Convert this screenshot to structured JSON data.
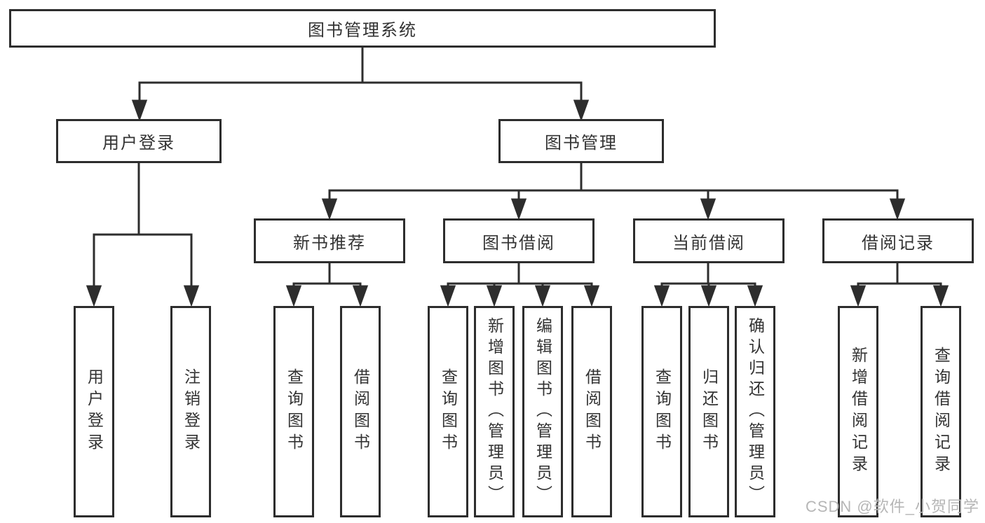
{
  "diagram": {
    "title": "图书管理系统",
    "colors": {
      "background": "#ffffff",
      "line": "#2d2d2d",
      "text": "#333333",
      "watermark": "#b6b6b6"
    },
    "watermark": "CSDN @软件_小贺同学",
    "nodes": {
      "root": {
        "label": "图书管理系统"
      },
      "level2": [
        {
          "label": "用户登录"
        },
        {
          "label": "图书管理"
        }
      ],
      "level3": [
        {
          "label": "新书推荐"
        },
        {
          "label": "图书借阅"
        },
        {
          "label": "当前借阅"
        },
        {
          "label": "借阅记录"
        }
      ],
      "leaves": {
        "user_login": [
          {
            "label": "用户登录"
          },
          {
            "label": "注销登录"
          }
        ],
        "new_book": [
          {
            "label": "查询图书"
          },
          {
            "label": "借阅图书"
          }
        ],
        "book_borrow": [
          {
            "label": "查询图书"
          },
          {
            "label": "新增图书（管理员）"
          },
          {
            "label": "编辑图书（管理员）"
          },
          {
            "label": "借阅图书"
          }
        ],
        "current_borrow": [
          {
            "label": "查询图书"
          },
          {
            "label": "归还图书"
          },
          {
            "label": "确认归还（管理员）"
          }
        ],
        "borrow_record": [
          {
            "label": "新增借阅记录"
          },
          {
            "label": "查询借阅记录"
          }
        ]
      }
    }
  }
}
